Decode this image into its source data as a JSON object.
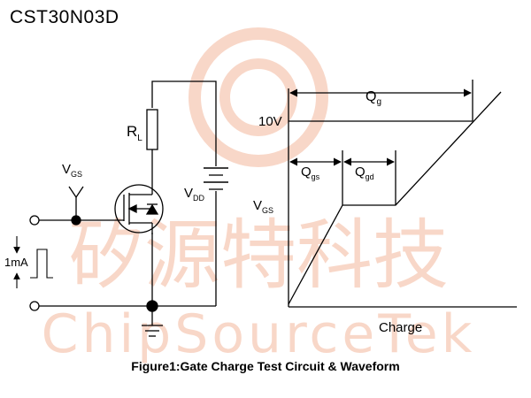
{
  "header": {
    "part_number": "CST30N03D"
  },
  "caption": "Figure1:Gate Charge Test Circuit & Waveform",
  "watermark": {
    "cn": "矽源特科技",
    "en": "ChipSourceTek",
    "color": "#f7c4ad"
  },
  "circuit": {
    "rl": {
      "main": "R",
      "sub": "L"
    },
    "vgs": {
      "main": "V",
      "sub": "GS"
    },
    "vdd": {
      "main": "V",
      "sub": "DD"
    },
    "current": "1mA"
  },
  "waveform": {
    "voltage_level": "10V",
    "y_axis": {
      "main": "V",
      "sub": "GS"
    },
    "x_axis": "Charge",
    "qg": {
      "main": "Q",
      "sub": "g"
    },
    "qgs": {
      "main": "Q",
      "sub": "gs"
    },
    "qgd": {
      "main": "Q",
      "sub": "gd"
    }
  }
}
